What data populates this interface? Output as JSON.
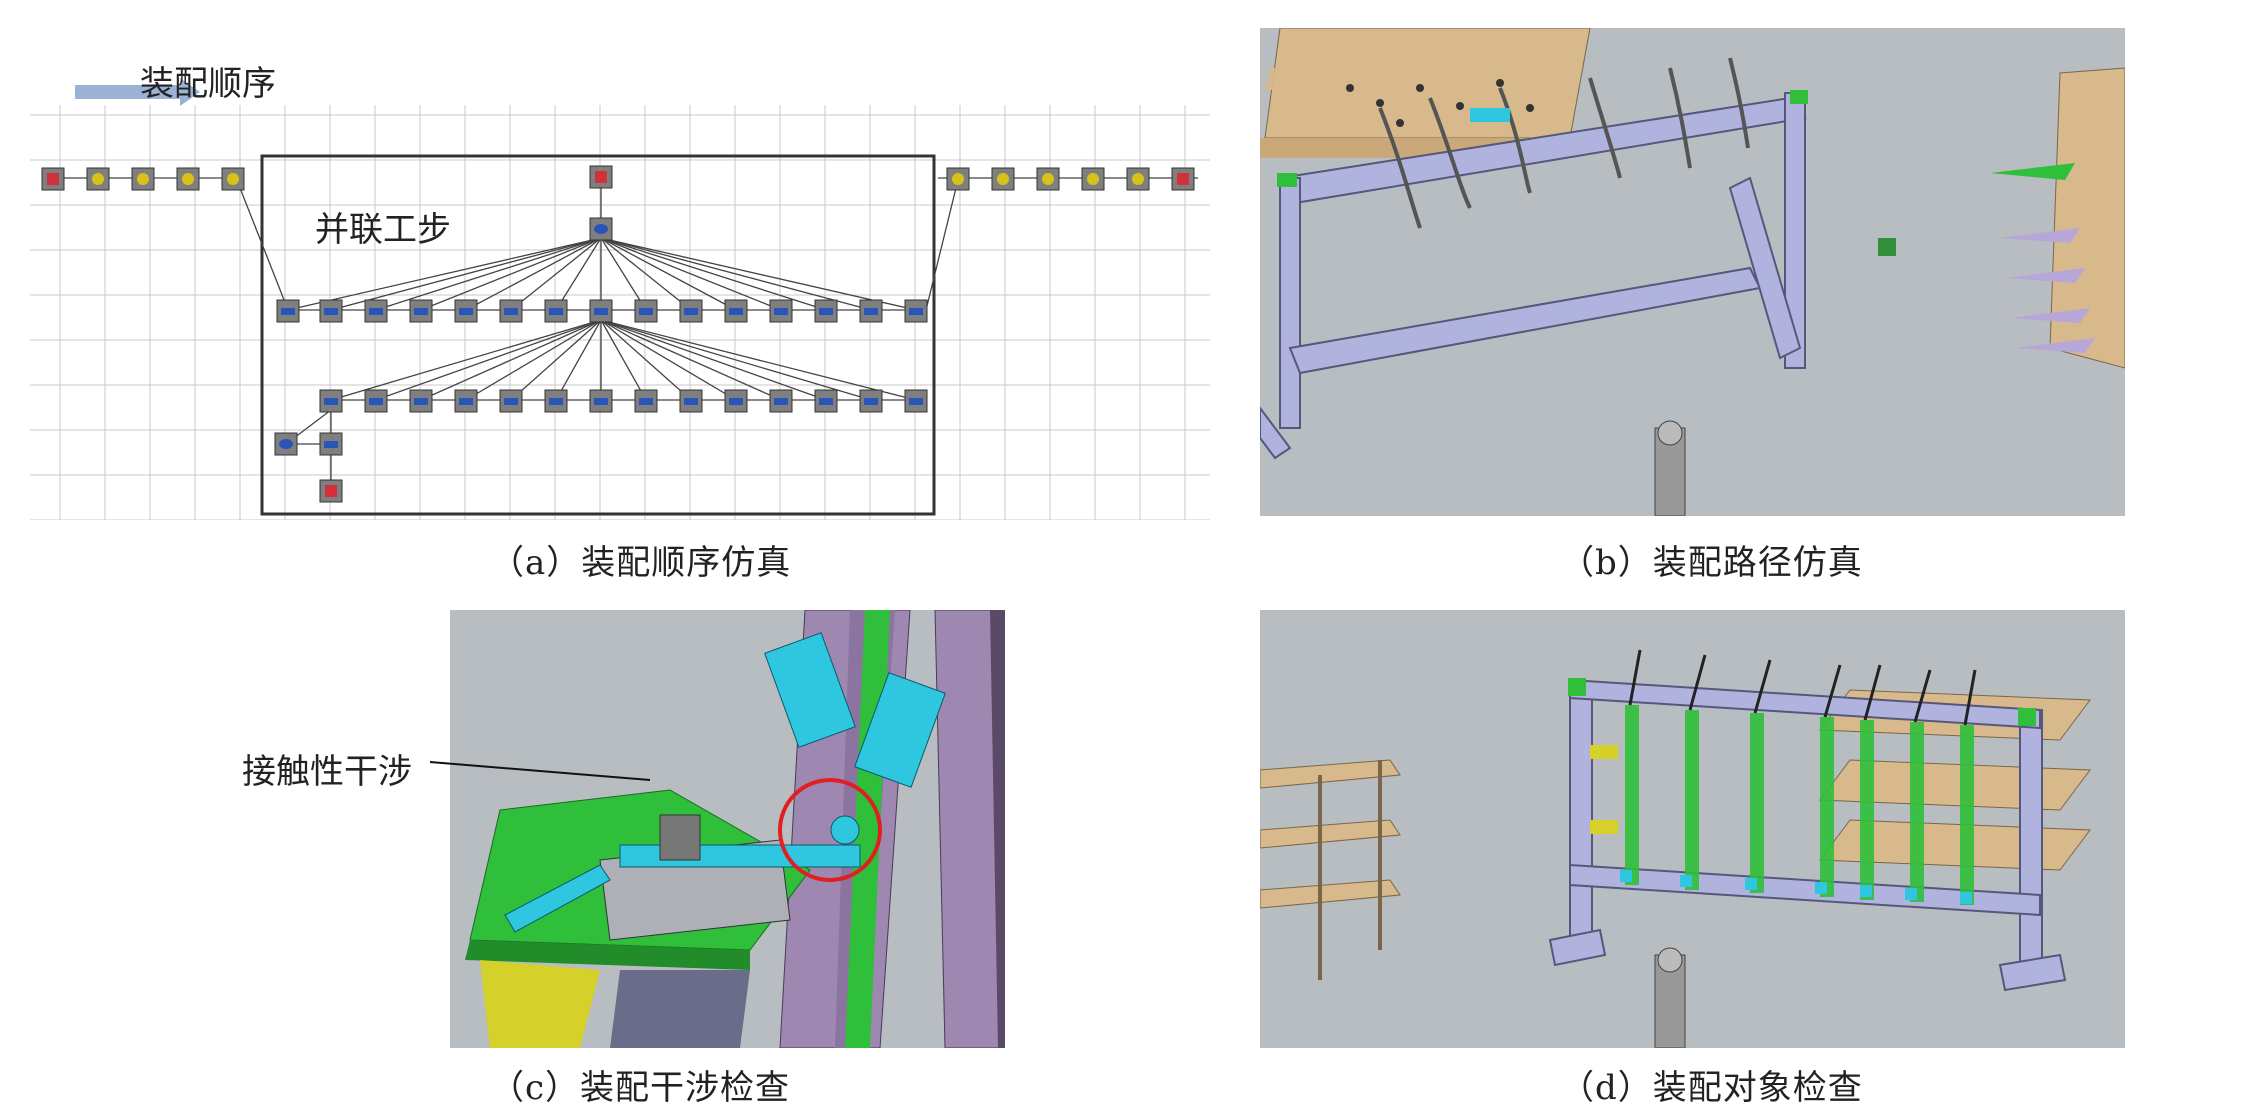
{
  "panel_a": {
    "arrow_label": "装配顺序",
    "parallel_label": "并联工步",
    "caption": "（a）装配顺序仿真"
  },
  "panel_b": {
    "caption": "（b）装配路径仿真"
  },
  "panel_c": {
    "annotation": "接触性干涉",
    "caption": "（c）装配干涉检查"
  },
  "panel_d": {
    "caption": "（d）装配对象检查"
  },
  "colors": {
    "grid_line": "#c9c9c9",
    "node_fill": "#7f7f7f",
    "node_blue": "#2a55b8",
    "node_yellow": "#d8c21a",
    "node_red": "#d2303a",
    "arrow_fill": "#9bb2d4",
    "scene_bg": "#b7bdc1",
    "frame_purple": "#b0b3de",
    "shelf_wood": "#d8b98c",
    "cyan_part": "#2fc7e0",
    "green_part": "#2fbf3a",
    "interference_circle": "#e02020"
  }
}
